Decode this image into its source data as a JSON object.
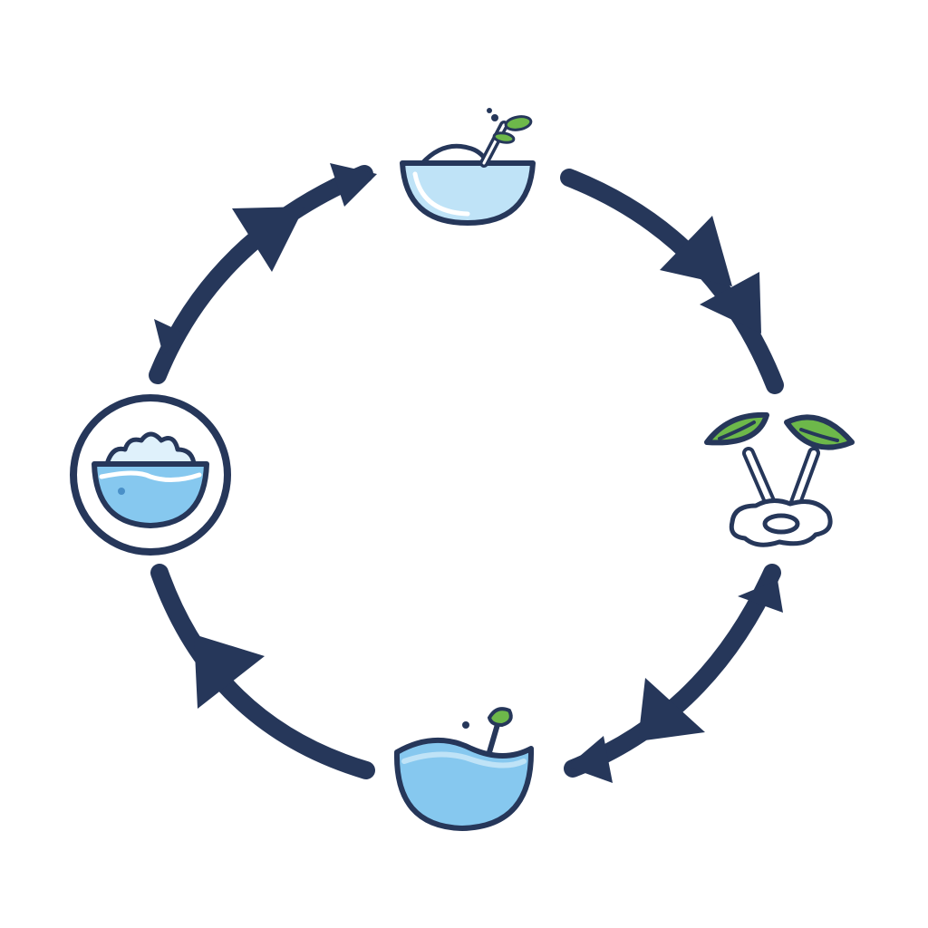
{
  "colors": {
    "background": "#ffffff",
    "outline": "#26375a",
    "water_light": "#bfe3f7",
    "water": "#86c8ef",
    "leaf": "#6db84a",
    "soil": "#ffffff"
  },
  "stages": [
    {
      "name": "stage-top",
      "icon": "sprouting-seed-bowl-icon"
    },
    {
      "name": "stage-right",
      "icon": "twin-sprout-seedling-icon"
    },
    {
      "name": "stage-bottom",
      "icon": "water-bowl-sprout-icon"
    },
    {
      "name": "stage-left",
      "icon": "snow-water-bowl-icon"
    }
  ],
  "arrows": [
    {
      "name": "arrow-top-right",
      "icon": "clockwise-arrow-icon"
    },
    {
      "name": "arrow-bottom-right",
      "icon": "clockwise-arrow-icon"
    },
    {
      "name": "arrow-bottom-left",
      "icon": "clockwise-arrow-icon"
    },
    {
      "name": "arrow-top-left",
      "icon": "clockwise-arrow-icon"
    }
  ],
  "cycle_direction": "clockwise"
}
